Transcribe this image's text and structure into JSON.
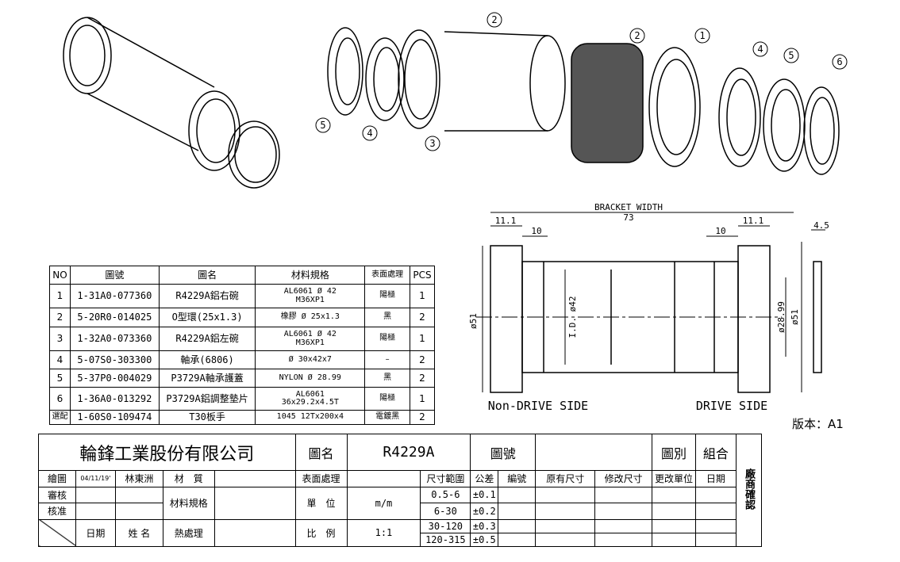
{
  "callouts": [
    "1",
    "2",
    "3",
    "4",
    "5",
    "6"
  ],
  "section": {
    "bracket_width_label": "BRACKET WIDTH",
    "bracket_width": "73",
    "left_cup": "11.1",
    "right_cup": "11.1",
    "left_inset": "10",
    "right_inset": "10",
    "washer": "4.5",
    "od_left": "ø51",
    "id": "I.D. ø42",
    "cover_d": "ø28.99",
    "od_right": "ø51",
    "non_drive": "Non-DRIVE SIDE",
    "drive": "DRIVE SIDE"
  },
  "version": "版本：A1",
  "parts": {
    "headers": [
      "NO",
      "圖號",
      "圖名",
      "材料規格",
      "表面處理",
      "PCS"
    ],
    "rows": [
      {
        "no": "1",
        "code": "1-31A0-077360",
        "name": "R4229A鋁右碗",
        "mat1": "AL6061  Ø 42",
        "mat2": "M36XP1",
        "finish": "陽極",
        "pcs": "1"
      },
      {
        "no": "2",
        "code": "5-20R0-014025",
        "name": "O型環(25x1.3)",
        "mat1": "橡膠 Ø 25x1.3",
        "mat2": "",
        "finish": "黑",
        "pcs": "2"
      },
      {
        "no": "3",
        "code": "1-32A0-073360",
        "name": "R4229A鋁左碗",
        "mat1": "AL6061  Ø 42",
        "mat2": "M36XP1",
        "finish": "陽極",
        "pcs": "1"
      },
      {
        "no": "4",
        "code": "5-07S0-303300",
        "name": "軸承(6806)",
        "mat1": "Ø 30x42x7",
        "mat2": "",
        "finish": "–",
        "pcs": "2"
      },
      {
        "no": "5",
        "code": "5-37P0-004029",
        "name": "P3729A軸承護蓋",
        "mat1": "NYLON  Ø 28.99",
        "mat2": "",
        "finish": "黑",
        "pcs": "2"
      },
      {
        "no": "6",
        "code": "1-36A0-013292",
        "name": "P3729A鋁調整墊片",
        "mat1": "AL6061",
        "mat2": "36x29.2x4.5T",
        "finish": "陽極",
        "pcs": "1"
      },
      {
        "no": "選配",
        "code": "1-60S0-109474",
        "name": "T30板手",
        "mat1": "1045  12Tx200x4",
        "mat2": "",
        "finish": "電鍍黑",
        "pcs": "2"
      }
    ]
  },
  "title_block": {
    "company": "輪鋒工業股份有限公司",
    "name_label": "圖名",
    "name": "R4229A",
    "code_label": "圖號",
    "code": "",
    "type_label": "圖別",
    "type": "組合",
    "drawn_label": "繪圖",
    "drawn_date": "04/11/19'",
    "drawn_by": "林東洲",
    "review_label": "審核",
    "approve_label": "核准",
    "date_label": "日期",
    "person_label": "姓 名",
    "material_label": "材　質",
    "spec_label": "材料規格",
    "heat_label": "熱處理",
    "surface_label": "表面處理",
    "unit_label": "單　位",
    "unit": "m/m",
    "scale_label": "比　例",
    "scale": "1:1",
    "tol_headers": [
      "尺寸範圍",
      "公差",
      "編號",
      "原有尺寸",
      "修改尺寸",
      "更改單位",
      "日期"
    ],
    "tolerances": [
      {
        "range": "0.5-6",
        "tol": "±0.1"
      },
      {
        "range": "6-30",
        "tol": "±0.2"
      },
      {
        "range": "30-120",
        "tol": "±0.3"
      },
      {
        "range": "120-315",
        "tol": "±0.5"
      }
    ],
    "vendor_confirm": "廠商確認"
  }
}
